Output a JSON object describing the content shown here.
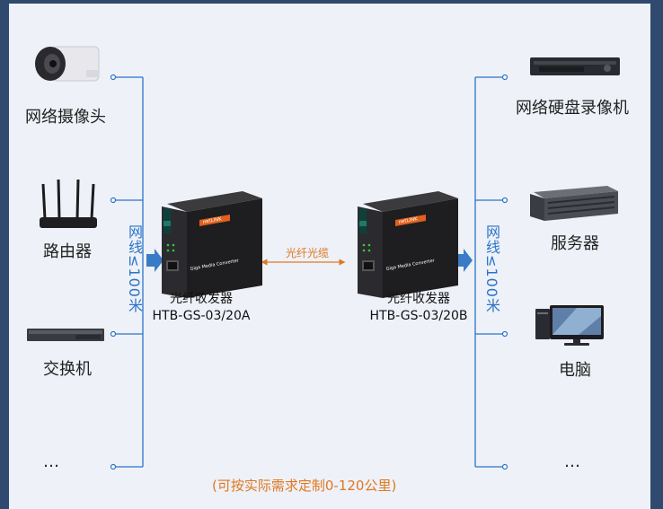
{
  "left_devices": [
    {
      "label": "网络摄像头",
      "icon": "camera-icon"
    },
    {
      "label": "路由器",
      "icon": "router-icon"
    },
    {
      "label": "交换机",
      "icon": "switch-icon"
    },
    {
      "label": "…"
    }
  ],
  "right_devices": [
    {
      "label": "网络硬盘录像机",
      "icon": "nvr-icon"
    },
    {
      "label": "服务器",
      "icon": "server-icon"
    },
    {
      "label": "电脑",
      "icon": "computer-icon"
    },
    {
      "label": "…"
    }
  ],
  "left_cable_label": "网线≤100米",
  "right_cable_label": "网线≤100米",
  "converter_a": {
    "name": "光纤收发器",
    "model": "HTB-GS-03/20A",
    "brand": "netLINK",
    "face_text": "Giga Media Converter"
  },
  "converter_b": {
    "name": "光纤收发器",
    "model": "HTB-GS-03/20B",
    "brand": "netLINK",
    "face_text": "Giga Media Converter"
  },
  "fiber_label": "光纤光缆",
  "note": "(可按实际需求定制0-120公里)",
  "colors": {
    "line": "#2b74c8",
    "arrow": "#3a7bc8",
    "accent": "#e07820",
    "frame": "#2f4a6e",
    "background": "#eef1f8"
  }
}
